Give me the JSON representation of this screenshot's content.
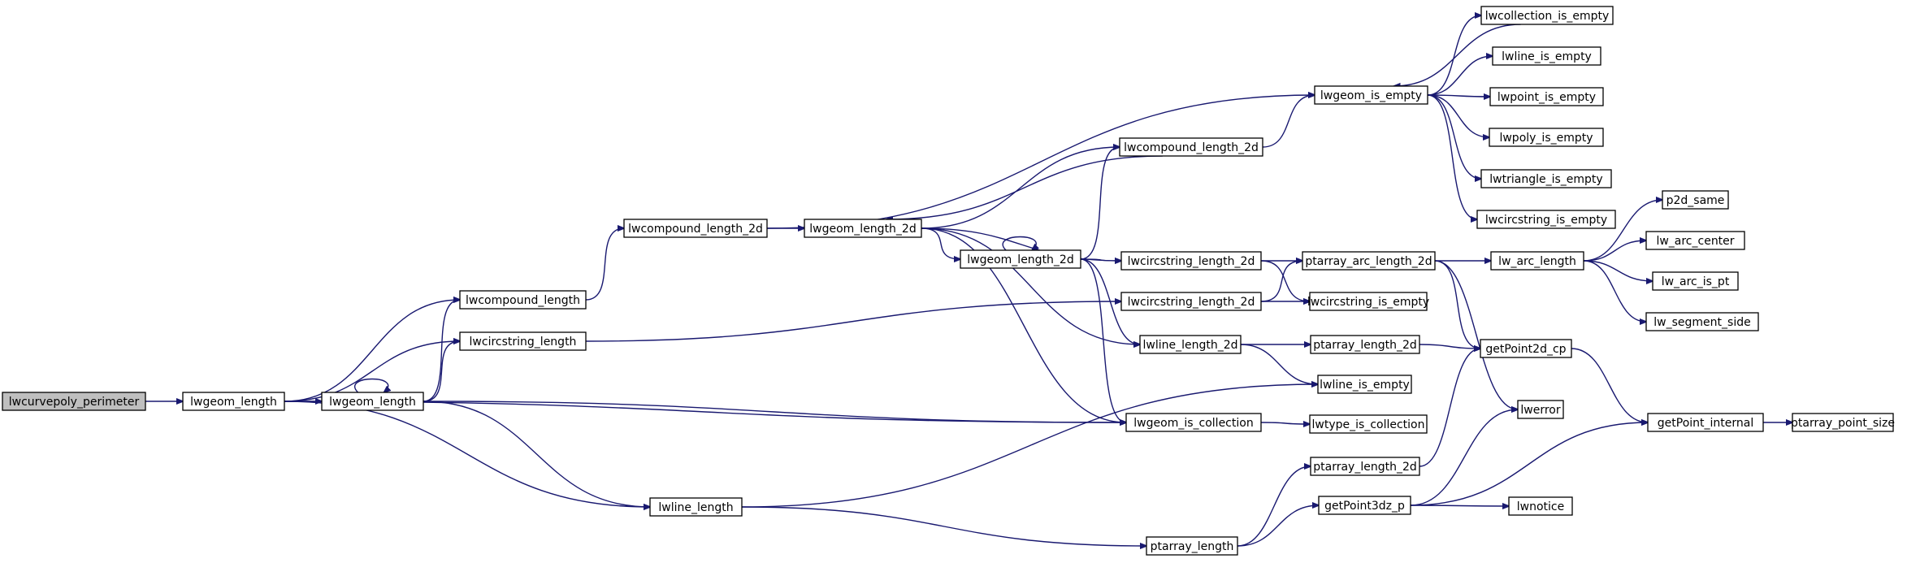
{
  "colors": {
    "edge": "#191970",
    "root_fill": "#bfbfbf",
    "node_fill": "#ffffff",
    "node_border": "#000000"
  },
  "nodes": [
    {
      "id": "n0",
      "label": "lwcurvepoly_perimeter",
      "root": true
    },
    {
      "id": "n1",
      "label": "lwgeom_length"
    },
    {
      "id": "n2",
      "label": "lwgeom_length"
    },
    {
      "id": "n3",
      "label": "lwcompound_length"
    },
    {
      "id": "n4",
      "label": "lwcircstring_length"
    },
    {
      "id": "n5",
      "label": "lwline_length"
    },
    {
      "id": "n6",
      "label": "lwcompound_length_2d"
    },
    {
      "id": "n7",
      "label": "lwgeom_length_2d"
    },
    {
      "id": "n8",
      "label": "lwgeom_is_collection"
    },
    {
      "id": "n9",
      "label": "lwcompound_length_2d"
    },
    {
      "id": "n10",
      "label": "lwgeom_length_2d"
    },
    {
      "id": "n11",
      "label": "lwcircstring_length_2d"
    },
    {
      "id": "n12",
      "label": "lwcircstring_length_2d"
    },
    {
      "id": "n13",
      "label": "lwline_length_2d"
    },
    {
      "id": "n14",
      "label": "ptarray_length"
    },
    {
      "id": "n15",
      "label": "lwgeom_is_empty"
    },
    {
      "id": "n16",
      "label": "lwcollection_is_empty"
    },
    {
      "id": "n17",
      "label": "lwline_is_empty"
    },
    {
      "id": "n18",
      "label": "lwpoint_is_empty"
    },
    {
      "id": "n19",
      "label": "lwpoly_is_empty"
    },
    {
      "id": "n20",
      "label": "lwtriangle_is_empty"
    },
    {
      "id": "n21",
      "label": "lwcircstring_is_empty"
    },
    {
      "id": "n22",
      "label": "ptarray_arc_length_2d"
    },
    {
      "id": "n23",
      "label": "lwcircstring_is_empty"
    },
    {
      "id": "n24",
      "label": "ptarray_length_2d"
    },
    {
      "id": "n25",
      "label": "lwline_is_empty"
    },
    {
      "id": "n26",
      "label": "lwtype_is_collection"
    },
    {
      "id": "n27",
      "label": "ptarray_length_2d"
    },
    {
      "id": "n28",
      "label": "getPoint3dz_p"
    },
    {
      "id": "n29",
      "label": "lw_arc_length"
    },
    {
      "id": "n30",
      "label": "getPoint2d_cp"
    },
    {
      "id": "n31",
      "label": "lwerror"
    },
    {
      "id": "n32",
      "label": "lwnotice"
    },
    {
      "id": "n33",
      "label": "p2d_same"
    },
    {
      "id": "n34",
      "label": "lw_arc_center"
    },
    {
      "id": "n35",
      "label": "lw_arc_is_pt"
    },
    {
      "id": "n36",
      "label": "lw_segment_side"
    },
    {
      "id": "n37",
      "label": "getPoint_internal"
    },
    {
      "id": "n38",
      "label": "ptarray_point_size"
    }
  ],
  "edges": [
    [
      "n0",
      "n1"
    ],
    [
      "n1",
      "n2"
    ],
    [
      "n1",
      "n3"
    ],
    [
      "n1",
      "n4"
    ],
    [
      "n1",
      "n5"
    ],
    [
      "n1",
      "n8"
    ],
    [
      "n2",
      "n2"
    ],
    [
      "n2",
      "n3"
    ],
    [
      "n2",
      "n4"
    ],
    [
      "n2",
      "n5"
    ],
    [
      "n2",
      "n8"
    ],
    [
      "n3",
      "n6"
    ],
    [
      "n4",
      "n12"
    ],
    [
      "n5",
      "n14"
    ],
    [
      "n5",
      "n25"
    ],
    [
      "n6",
      "n7"
    ],
    [
      "n6",
      "n15"
    ],
    [
      "n7",
      "n8"
    ],
    [
      "n7",
      "n9"
    ],
    [
      "n7",
      "n10"
    ],
    [
      "n7",
      "n11"
    ],
    [
      "n7",
      "n13"
    ],
    [
      "n9",
      "n7"
    ],
    [
      "n9",
      "n15"
    ],
    [
      "n10",
      "n10"
    ],
    [
      "n10",
      "n8"
    ],
    [
      "n10",
      "n9"
    ],
    [
      "n10",
      "n11"
    ],
    [
      "n10",
      "n13"
    ],
    [
      "n11",
      "n22"
    ],
    [
      "n11",
      "n23"
    ],
    [
      "n12",
      "n22"
    ],
    [
      "n12",
      "n23"
    ],
    [
      "n13",
      "n24"
    ],
    [
      "n13",
      "n25"
    ],
    [
      "n8",
      "n26"
    ],
    [
      "n14",
      "n27"
    ],
    [
      "n14",
      "n28"
    ],
    [
      "n15",
      "n16"
    ],
    [
      "n15",
      "n17"
    ],
    [
      "n15",
      "n18"
    ],
    [
      "n15",
      "n19"
    ],
    [
      "n15",
      "n20"
    ],
    [
      "n15",
      "n21"
    ],
    [
      "n16",
      "n15"
    ],
    [
      "n22",
      "n29"
    ],
    [
      "n22",
      "n30"
    ],
    [
      "n22",
      "n31"
    ],
    [
      "n24",
      "n30"
    ],
    [
      "n27",
      "n30"
    ],
    [
      "n28",
      "n31"
    ],
    [
      "n28",
      "n32"
    ],
    [
      "n28",
      "n37"
    ],
    [
      "n29",
      "n33"
    ],
    [
      "n29",
      "n34"
    ],
    [
      "n29",
      "n35"
    ],
    [
      "n29",
      "n36"
    ],
    [
      "n30",
      "n37"
    ],
    [
      "n37",
      "n38"
    ]
  ]
}
